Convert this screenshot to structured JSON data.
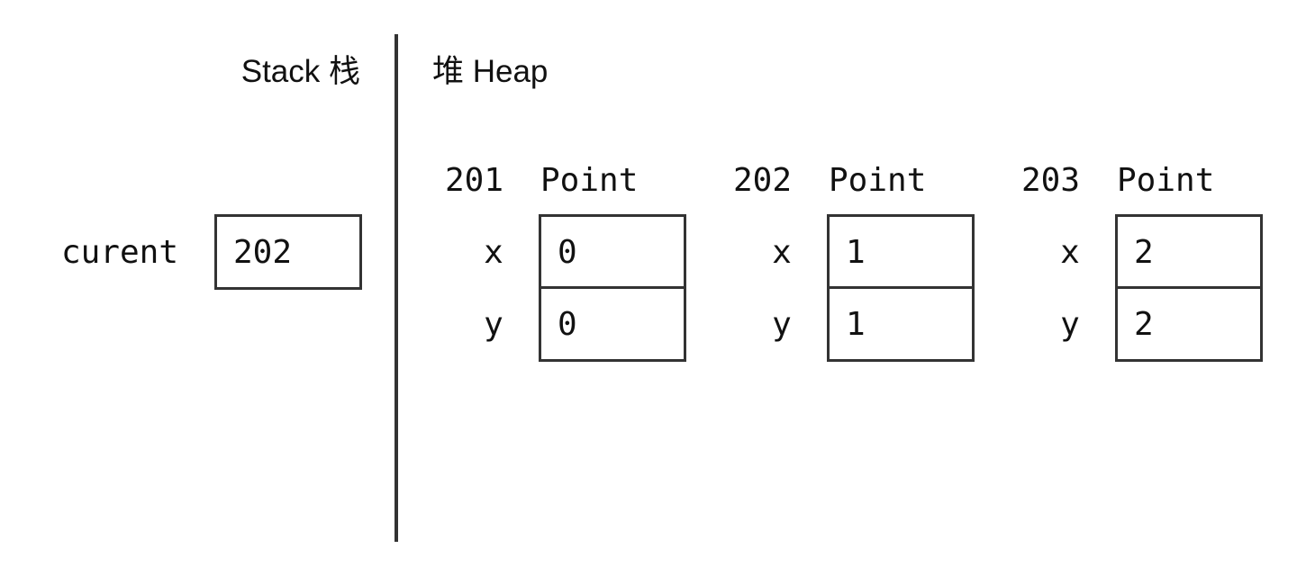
{
  "stack": {
    "title": "Stack 栈",
    "variables": [
      {
        "name": "curent",
        "value": "202"
      }
    ]
  },
  "heap": {
    "title": "堆 Heap",
    "objects": [
      {
        "address": "201",
        "type": "Point",
        "fields": [
          {
            "name": "x",
            "value": "0"
          },
          {
            "name": "y",
            "value": "0"
          }
        ]
      },
      {
        "address": "202",
        "type": "Point",
        "fields": [
          {
            "name": "x",
            "value": "1"
          },
          {
            "name": "y",
            "value": "1"
          }
        ]
      },
      {
        "address": "203",
        "type": "Point",
        "fields": [
          {
            "name": "x",
            "value": "2"
          },
          {
            "name": "y",
            "value": "2"
          }
        ]
      }
    ]
  }
}
